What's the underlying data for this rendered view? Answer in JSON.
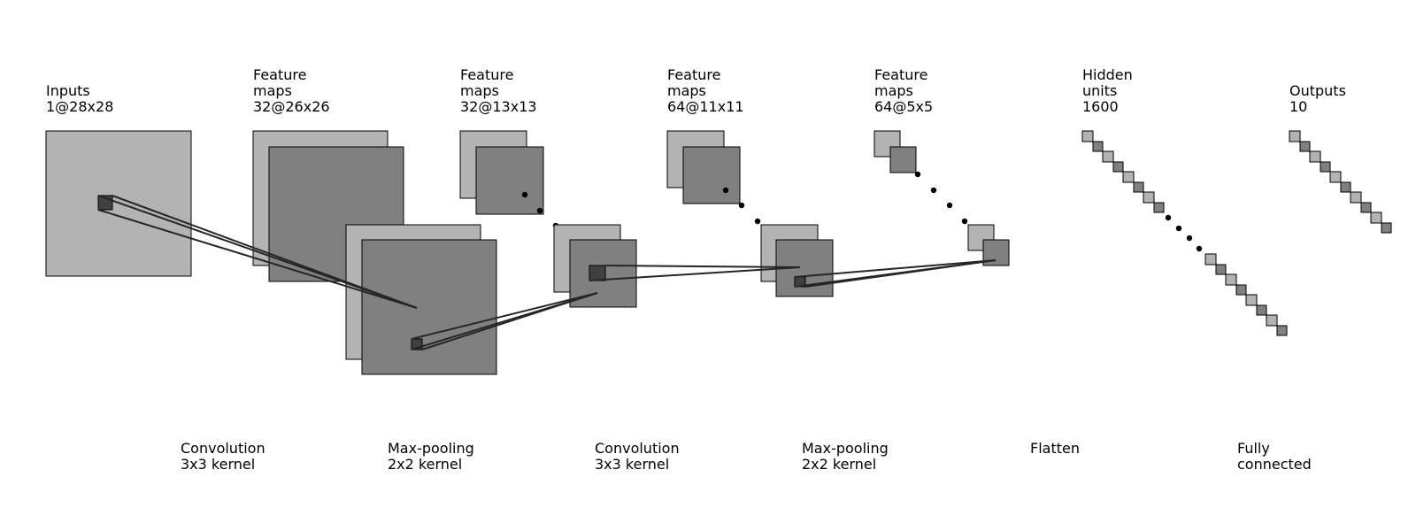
{
  "layers": [
    {
      "lines": [
        "Inputs",
        "1@28x28"
      ]
    },
    {
      "lines": [
        "Feature",
        "maps",
        "32@26x26"
      ]
    },
    {
      "lines": [
        "Feature",
        "maps",
        "32@13x13"
      ]
    },
    {
      "lines": [
        "Feature",
        "maps",
        "64@11x11"
      ]
    },
    {
      "lines": [
        "Feature",
        "maps",
        "64@5x5"
      ]
    },
    {
      "lines": [
        "Hidden",
        "units",
        "1600"
      ]
    },
    {
      "lines": [
        "Outputs",
        "10"
      ]
    }
  ],
  "operations": [
    {
      "lines": [
        "Convolution",
        "3x3 kernel"
      ]
    },
    {
      "lines": [
        "Max-pooling",
        "2x2 kernel"
      ]
    },
    {
      "lines": [
        "Convolution",
        "3x3 kernel"
      ]
    },
    {
      "lines": [
        "Max-pooling",
        "2x2 kernel"
      ]
    },
    {
      "lines": [
        "Flatten"
      ]
    },
    {
      "lines": [
        "Fully",
        "connected"
      ]
    }
  ],
  "colors": {
    "light_map": "#b3b3b3",
    "dark_map": "#808080",
    "kernel": "#404040",
    "edge": "#000000",
    "line": "#262626",
    "dot": "#000000"
  }
}
